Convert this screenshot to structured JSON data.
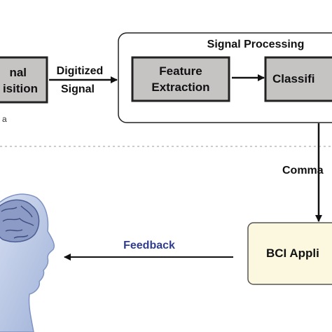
{
  "acquisition": {
    "line1": "nal",
    "line2": "isition",
    "caption_fragment": "a"
  },
  "digitized_signal": {
    "line1": "Digitized",
    "line2": "Signal"
  },
  "signal_processing": {
    "title": "Signal Processing",
    "feature_extraction": {
      "line1": "Feature",
      "line2": "Extraction"
    },
    "classification": {
      "label": "Classifi"
    }
  },
  "commands": {
    "label": "Comma"
  },
  "bci_application": {
    "label": "BCI Appli"
  },
  "feedback": {
    "label": "Feedback"
  },
  "colors": {
    "box_gray": "#c6c3c3",
    "app_box": "#fbf8df",
    "feedback_text": "#2e3d8f",
    "dotted_divider": "#999999",
    "head_blue": "#b9c7e4"
  }
}
